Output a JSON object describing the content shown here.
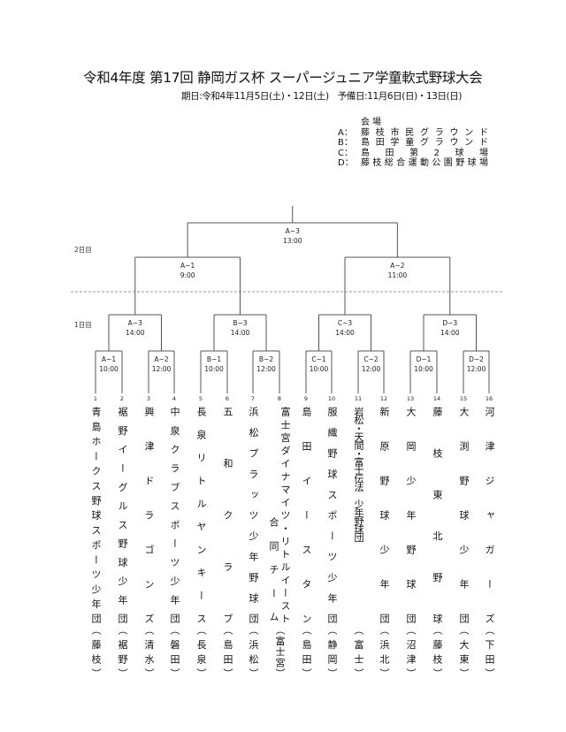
{
  "header": {
    "title": "令和4年度 第17回 静岡ガス杯 スーパージュニア学童軟式野球大会",
    "dates": "期日:令和4年11月5日(土)・12日(土)　予備日:11月6日(日)・13日(日)"
  },
  "venues": {
    "heading": "会場",
    "items": [
      {
        "code": "A：",
        "name": "藤枝市民グラウンド"
      },
      {
        "code": "B：",
        "name": "島田学童グラウンド"
      },
      {
        "code": "C：",
        "name": "島田第2球場"
      },
      {
        "code": "D：",
        "name": "藤枝総合運動公園野球場"
      }
    ]
  },
  "days": {
    "day2": "2日目",
    "day1": "1日目"
  },
  "rounds": {
    "r1": [
      {
        "id": "A−1",
        "time": "10:00"
      },
      {
        "id": "A−2",
        "time": "12:00"
      },
      {
        "id": "B−1",
        "time": "10:00"
      },
      {
        "id": "B−2",
        "time": "12:00"
      },
      {
        "id": "C−1",
        "time": "10:00"
      },
      {
        "id": "C−2",
        "time": "12:00"
      },
      {
        "id": "D−1",
        "time": "10:00"
      },
      {
        "id": "D−2",
        "time": "12:00"
      }
    ],
    "r2": [
      {
        "id": "A−3",
        "time": "14:00"
      },
      {
        "id": "B−3",
        "time": "14:00"
      },
      {
        "id": "C−3",
        "time": "14:00"
      },
      {
        "id": "D−3",
        "time": "14:00"
      }
    ],
    "r3": [
      {
        "id": "A−1",
        "time": "9:00"
      },
      {
        "id": "A−2",
        "time": "11:00"
      }
    ],
    "r4": [
      {
        "id": "A−3",
        "time": "13:00"
      }
    ]
  },
  "teams": [
    {
      "no": "1",
      "name": "青島ホークス野球スポーツ少年団",
      "city": "（藤枝）"
    },
    {
      "no": "2",
      "name": "裾野イーグルス野球少年団",
      "city": "（裾野）"
    },
    {
      "no": "3",
      "name": "興津ドラゴンズ",
      "city": "（清水）"
    },
    {
      "no": "4",
      "name": "中泉クラブスポーツ少年団",
      "city": "（磐田）"
    },
    {
      "no": "5",
      "name": "長泉リトルヤンキース",
      "city": "（長泉）"
    },
    {
      "no": "6",
      "name": "五和クラブ",
      "city": "（島田）"
    },
    {
      "no": "7",
      "name": "浜松プラッツ少年野球団",
      "city": "（浜松）"
    },
    {
      "no": "8",
      "name": "富士宮ダイナマイツ・リトルイースト",
      "name2": "合同チーム",
      "city": "（富士宮）"
    },
    {
      "no": "9",
      "name": "島田イースタン",
      "city": "（島田）"
    },
    {
      "no": "10",
      "name": "服織野球スポーツ少年団",
      "city": "（静岡）"
    },
    {
      "no": "11",
      "name": "岩松・天間・富士伝法　少年野球団",
      "city": "（富士）"
    },
    {
      "no": "12",
      "name": "新原野球少年団",
      "city": "（浜北）"
    },
    {
      "no": "13",
      "name": "大岡少年野球団",
      "city": "（沼津）"
    },
    {
      "no": "14",
      "name": "藤枝東北野球",
      "city": "（藤枝）"
    },
    {
      "no": "15",
      "name": "大渕野球少年団",
      "city": "（大東）"
    },
    {
      "no": "16",
      "name": "河津ジャガーズ",
      "city": "（下田）"
    }
  ]
}
